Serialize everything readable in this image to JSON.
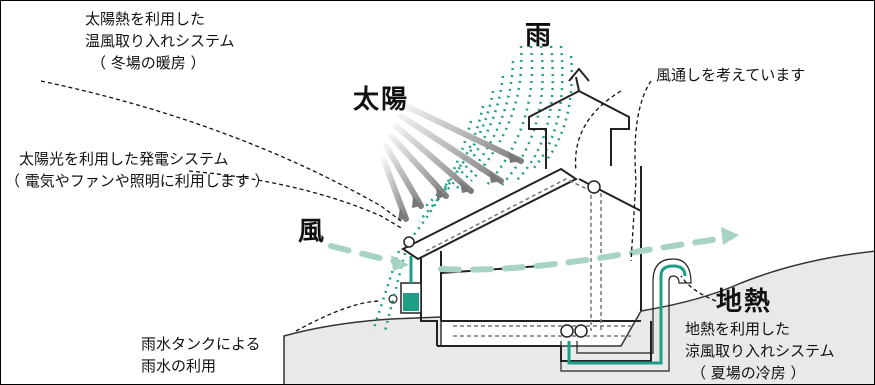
{
  "headings": {
    "rain": "雨",
    "sun": "太陽",
    "wind": "風",
    "geothermal": "地熱"
  },
  "labels": {
    "solar_heat_line1": "太陽熱を利用した",
    "solar_heat_line2": "温風取り入れシステム",
    "solar_heat_line3": "（ 冬場の暖房 ）",
    "solar_power_line1": "太陽光を利用した発電システム",
    "solar_power_line2": "（ 電気やファンや照明に利用します ）",
    "ventilation": "風通しを考えています",
    "rainwater_line1": "雨水タンクによる",
    "rainwater_line2": "雨水の利用",
    "geo_line1": "地熱を利用した",
    "geo_line2": "涼風取り入れシステム",
    "geo_line3": "（ 夏場の冷房 ）"
  },
  "colors": {
    "rain": "#1f9e86",
    "wind": "#a7d3c4",
    "sun_ray": "#8a8a8a",
    "ground": "#e9e9e9",
    "cool_air": "#1f9e86"
  }
}
